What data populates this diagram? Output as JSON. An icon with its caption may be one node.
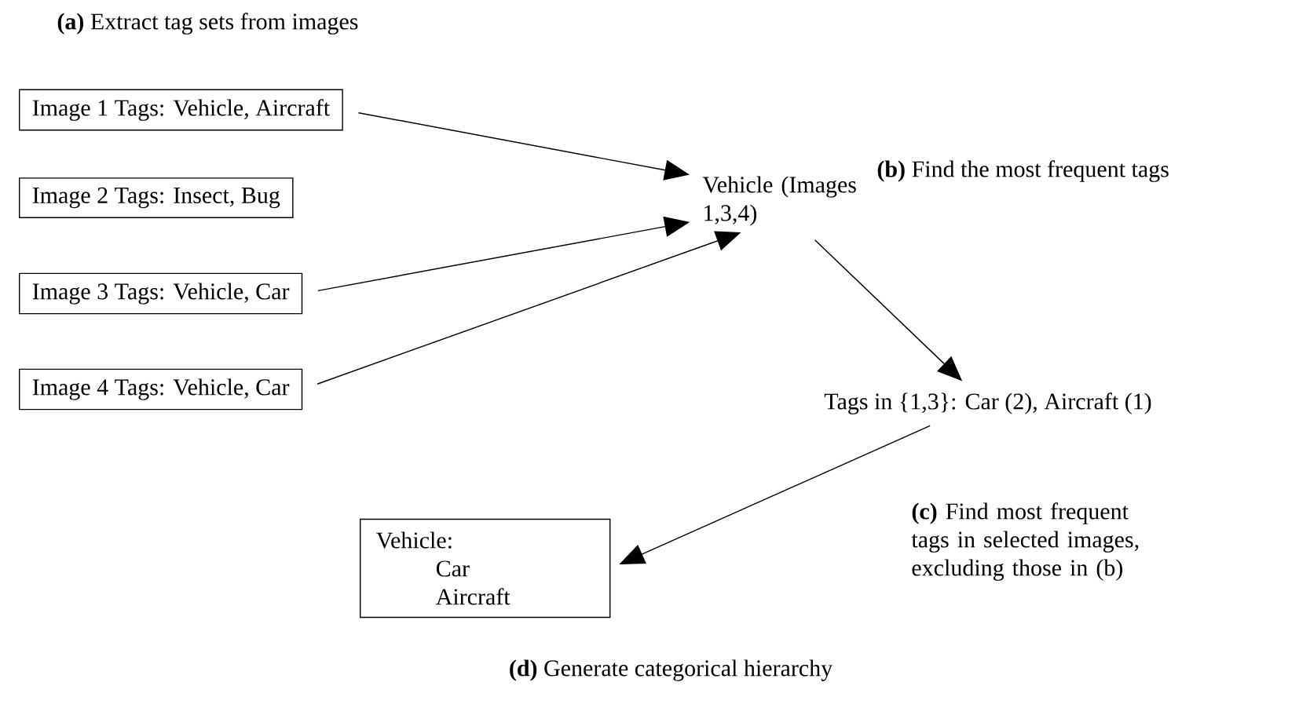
{
  "diagram": {
    "nodes": [
      {
        "text": [
          "Image 1 Tags: Vehicle, Aircraft"
        ]
      },
      {
        "text": [
          "Image 2 Tags: Insect, Bug"
        ]
      },
      {
        "text": [
          "Image 3 Tags: Vehicle, Car"
        ]
      },
      {
        "text": [
          "Image 4 Tags: Vehicle, Car"
        ]
      },
      {
        "text": [
          "Vehicle (Images 1,3,4)"
        ]
      },
      {
        "text": [
          "Tags in {1,3}: Car (2), Aircraft (1)"
        ]
      },
      {
        "text": [
          "Vehicle:",
          "Car",
          "Aircraft"
        ]
      }
    ],
    "edges": [
      {
        "from": 0,
        "to": 4,
        "arrow": "to"
      },
      {
        "from": 2,
        "to": 4,
        "arrow": "to"
      },
      {
        "from": 3,
        "to": 4,
        "arrow": "to"
      },
      {
        "from": 4,
        "to": 5,
        "arrow": "to"
      },
      {
        "from": 5,
        "to": 6,
        "arrow": "to"
      }
    ],
    "labels": [
      "**(a)** Extract tag sets from images",
      "**(b)** Find the most frequent tags",
      "**(c)** Find most frequent tags in selected images, excluding those in (b)",
      "**(d)** Generate categorical hierarchy"
    ]
  }
}
